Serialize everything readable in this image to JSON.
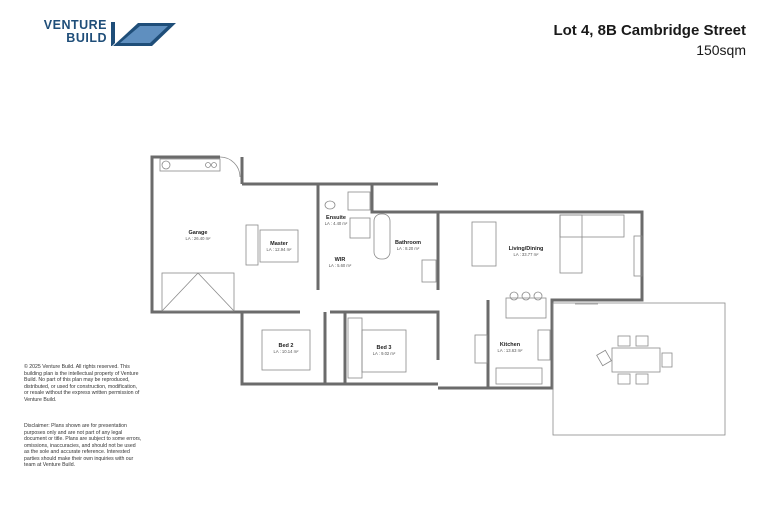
{
  "brand": {
    "line1": "VENTURE",
    "line2": "BUILD",
    "color": "#1f4e79"
  },
  "header": {
    "address": "Lot 4, 8B Cambridge Street",
    "area": "150sqm"
  },
  "copyright": "© 2025 Venture Build. All rights reserved. This building plan is the intellectual property of Venture Build. No part of this plan may be reproduced, distributed, or used for construction, modification, or resale without the express written permission of Venture Build.",
  "disclaimer": "Disclaimer: Plans shown are for presentation purposes only and are not part of any legal document or title. Plans are subject to some errors, omissions, inaccuracies, and should not be used as the sole and accurate reference. Interested parties should make their own inquiries with our team at Venture Build.",
  "rooms": [
    {
      "name": "Garage",
      "area": "LA : 26.40 m²"
    },
    {
      "name": "Master",
      "area": "LA : 12.94 m²"
    },
    {
      "name": "Ensuite",
      "area": "LA : 4.40 m²"
    },
    {
      "name": "WIR",
      "area": "LA : 5.60 m²"
    },
    {
      "name": "Bathroom",
      "area": "LA : 8.20 m²"
    },
    {
      "name": "Living/Dining",
      "area": "LA : 33.77 m²"
    },
    {
      "name": "Bed 2",
      "area": "LA : 10.14 m²"
    },
    {
      "name": "Bed 3",
      "area": "LA : 9.02 m²"
    },
    {
      "name": "Kitchen",
      "area": "LA : 13.63 m²"
    }
  ],
  "colors": {
    "wall": "#6b6b6b",
    "fixture": "#8a8a8a"
  }
}
